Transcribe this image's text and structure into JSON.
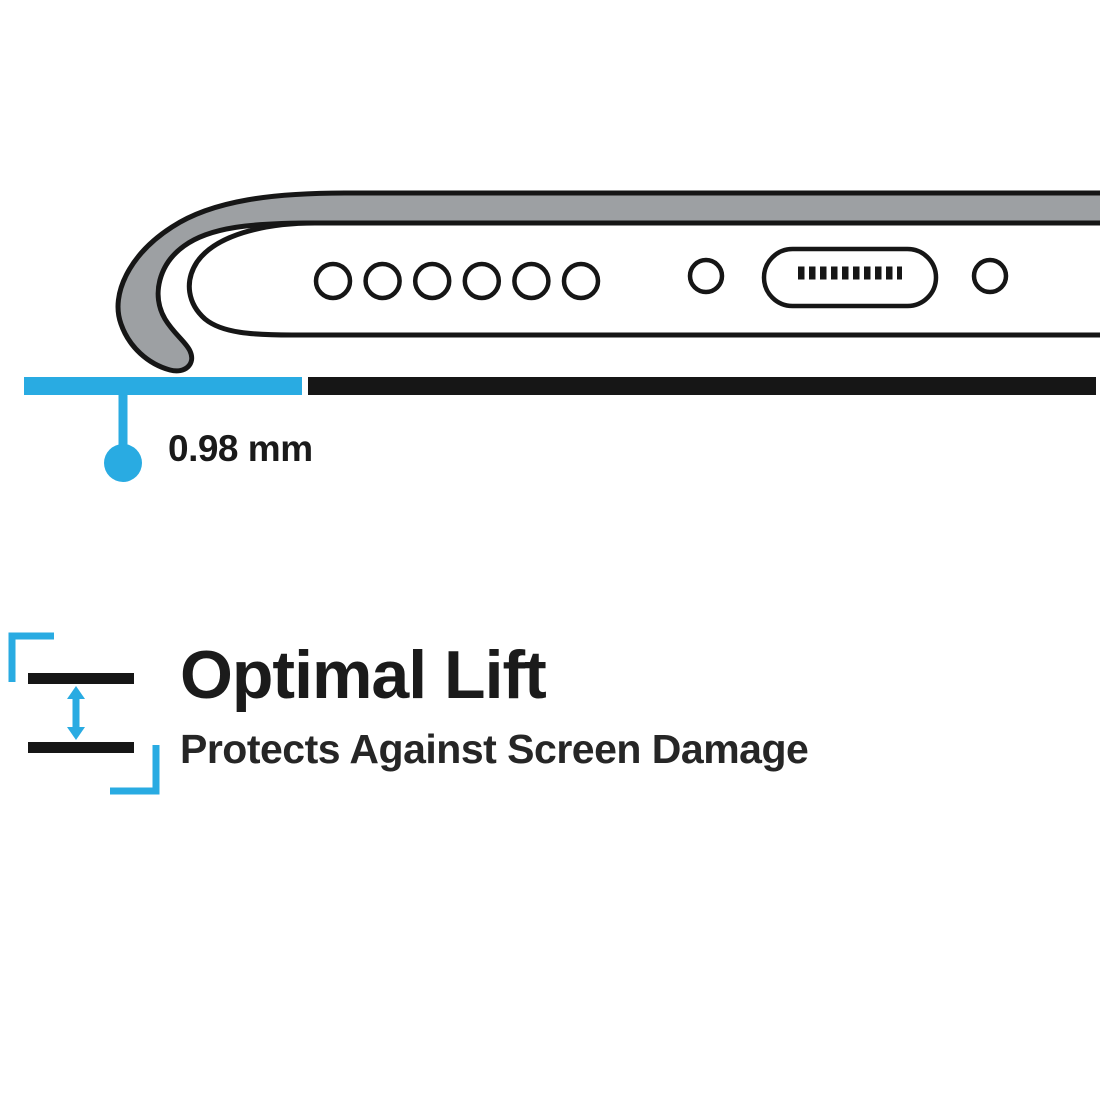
{
  "colors": {
    "accent_cyan": "#29ABE2",
    "case_gray": "#9DA0A3",
    "ink_black": "#161616"
  },
  "illustration": {
    "name": "phone-case-bottom-edge-cutaway",
    "speaker_hole_count": 6
  },
  "measurement": {
    "value": "0.98 mm"
  },
  "feature": {
    "title": "Optimal Lift",
    "subtitle": "Protects Against Screen Damage"
  }
}
